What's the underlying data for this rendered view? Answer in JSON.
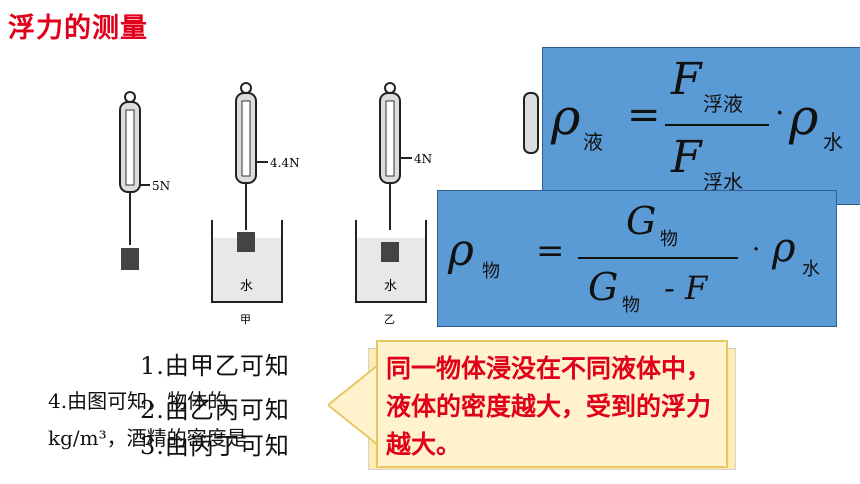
{
  "title": "浮力的测量",
  "figure": {
    "readings": [
      "5N",
      "4.4N",
      "4N"
    ],
    "labels": [
      "甲",
      "乙"
    ],
    "water_labels": [
      "水",
      "水"
    ]
  },
  "formula1": {
    "lhs_symbol": "ρ",
    "lhs_sub": "液",
    "num_symbol": "F",
    "num_sub": "浮液",
    "den_symbol": "F",
    "den_sub": "浮水",
    "rhs_symbol": "ρ",
    "rhs_sub": "水",
    "equals": "=",
    "dot": "·"
  },
  "formula2": {
    "lhs_symbol": "ρ",
    "lhs_sub": "物",
    "num_symbol": "G",
    "num_sub": "物",
    "den_symbol": "G",
    "den_sub": "物",
    "den_minus": "- F",
    "rhs_symbol": "ρ",
    "rhs_sub": "水",
    "equals": "=",
    "dot": "·"
  },
  "lines": {
    "line1": "1.由甲乙可知",
    "line2": "2.由乙丙可知",
    "line3": "3.由丙丁可知"
  },
  "question4": {
    "line_a": "4.由图可知，物体的",
    "line_b": "kg/m³，酒精的密度是"
  },
  "callout": {
    "text": "同一物体浸没在不同液体中，液体的密度越大，受到的浮力越大。"
  }
}
